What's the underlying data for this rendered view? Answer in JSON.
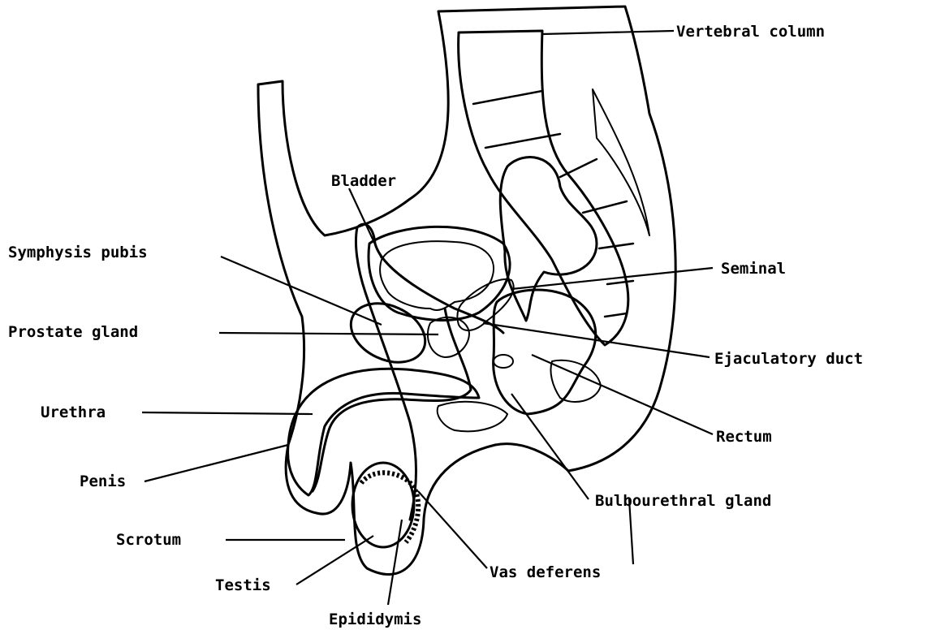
{
  "labels": {
    "vertebral_column": "Vertebral column",
    "bladder": "Bladder",
    "symphysis_pubis": "Symphysis pubis",
    "seminal": "Seminal",
    "prostate_gland": "Prostate gland",
    "ejaculatory_duct": "Ejaculatory duct",
    "urethra": "Urethra",
    "rectum": "Rectum",
    "penis": "Penis",
    "bulbourethral_gland": "Bulbourethral gland",
    "scrotum": "Scrotum",
    "testis": "Testis",
    "vas_deferens": "Vas deferens",
    "epididymis": "Epididymis"
  }
}
